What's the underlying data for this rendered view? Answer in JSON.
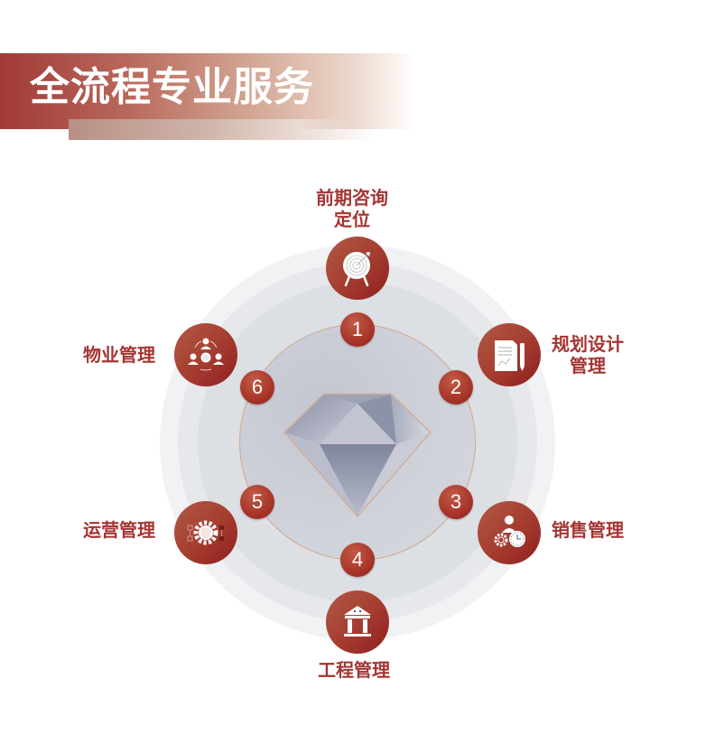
{
  "header": {
    "title": "全流程专业服务"
  },
  "diagram": {
    "center_icon": "diamond-icon",
    "steps": [
      {
        "number": "1",
        "label_line1": "前期咨询",
        "label_line2": "定位",
        "icon": "target-icon"
      },
      {
        "number": "2",
        "label_line1": "规划设计",
        "label_line2": "管理",
        "icon": "document-pen-icon"
      },
      {
        "number": "3",
        "label_line1": "销售管理",
        "label_line2": "",
        "icon": "person-gear-clock-icon"
      },
      {
        "number": "4",
        "label_line1": "工程管理",
        "label_line2": "",
        "icon": "building-columns-icon"
      },
      {
        "number": "5",
        "label_line1": "运营管理",
        "label_line2": "",
        "icon": "gear-network-icon"
      },
      {
        "number": "6",
        "label_line1": "物业管理",
        "label_line2": "",
        "icon": "team-cycle-icon"
      }
    ]
  },
  "colors": {
    "accent": "#a33532",
    "ring_outer": "#f1f2f4",
    "ring_mid": "#e6e8eb",
    "ring_inner": "#dcdfe3",
    "core": "#cfd2d9",
    "copper": "#d2a88e"
  }
}
